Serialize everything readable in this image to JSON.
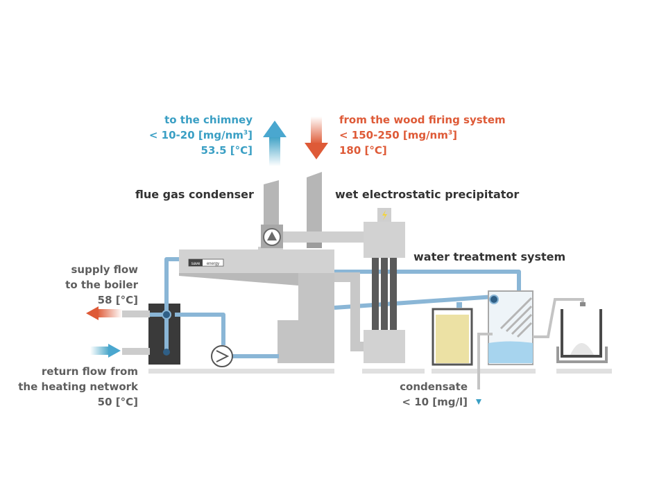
{
  "chimney": {
    "line1": "to the chimney",
    "line2_pre": "< 10-20 [mg/nm",
    "line2_sup": "3",
    "line2_post": "]",
    "line3": "53.5 [°C]"
  },
  "firing": {
    "line1": "from the wood firing system",
    "line2_pre": "< 150-250 [mg/nm",
    "line2_sup": "3",
    "line2_post": "]",
    "line3": "180 [°C]"
  },
  "components": {
    "condenser": "flue gas condenser",
    "precipitator": "wet electrostatic precipitator",
    "water_treatment": "water treatment system"
  },
  "supply": {
    "line1": "supply flow",
    "line2": "to the boiler",
    "line3": "58 [°C]"
  },
  "return": {
    "line1": "return flow from",
    "line2": "the heating network",
    "line3": "50 [°C]"
  },
  "condensate": {
    "line1": "condensate",
    "line2": "< 10 [mg/l]"
  },
  "brand": {
    "part1": "save",
    "part2": "energy"
  },
  "colors": {
    "hot": "#de5a37",
    "cold": "#3a9fc4",
    "pipe": "#8ab6d6",
    "casing": "#c8c8c8"
  }
}
